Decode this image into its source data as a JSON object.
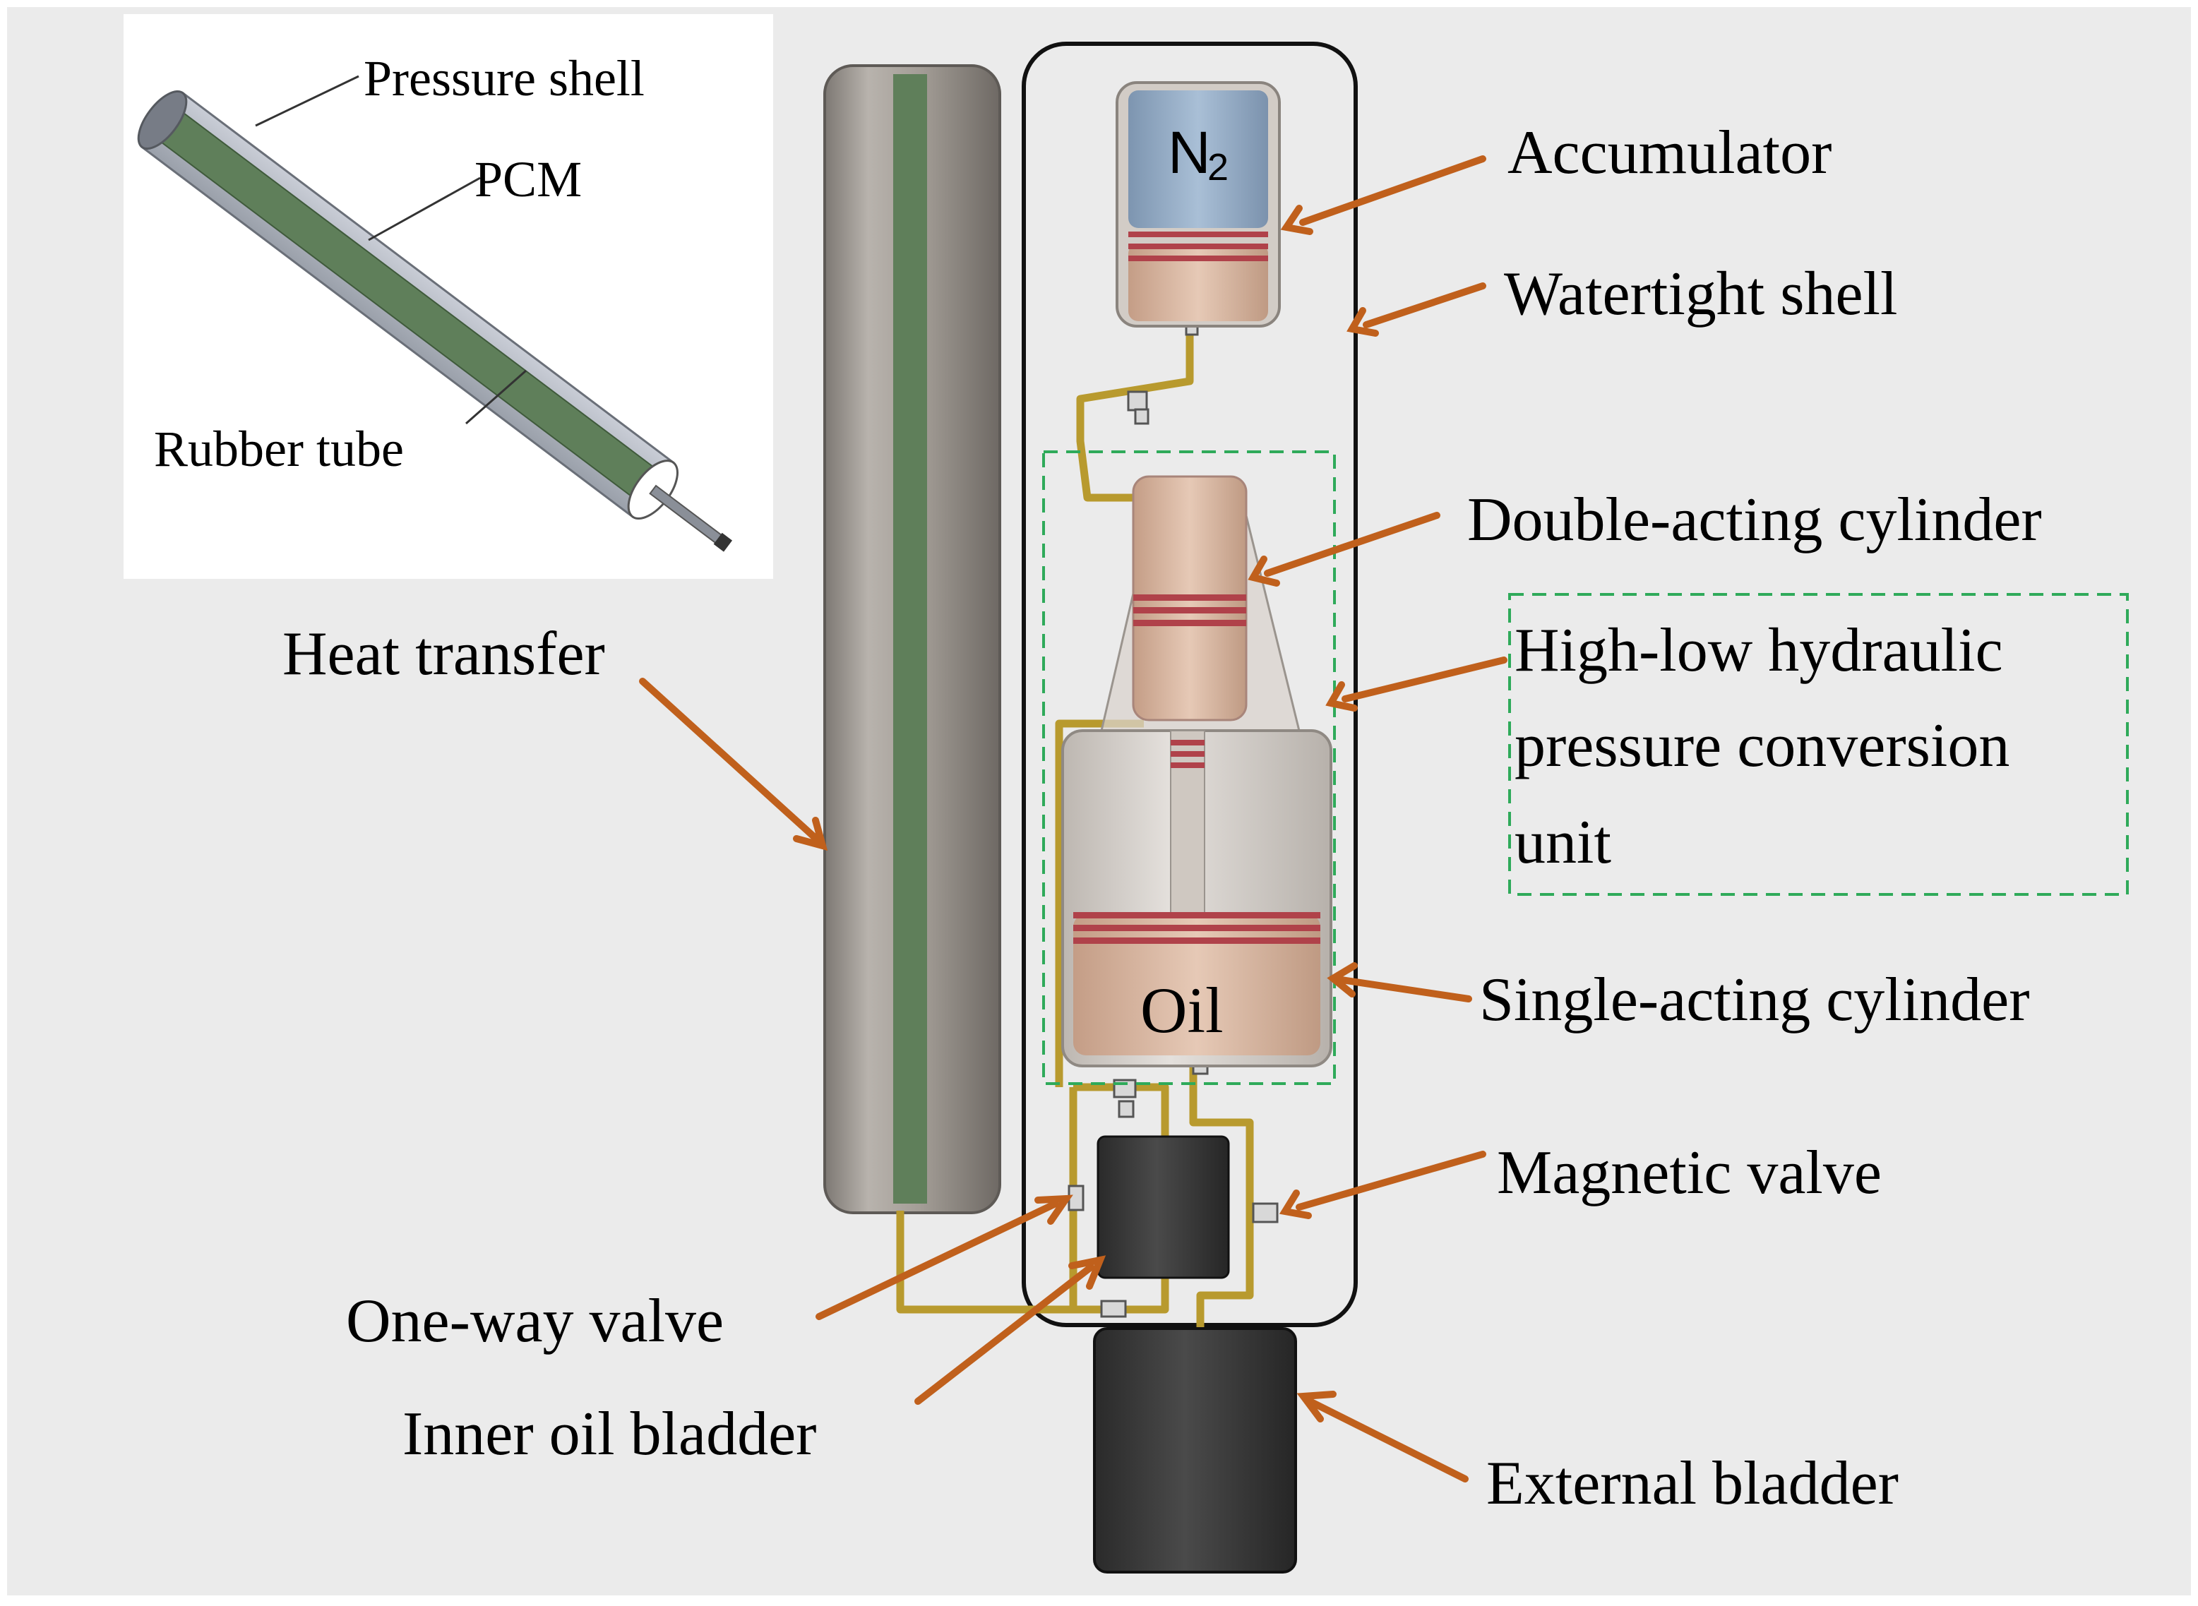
{
  "figure": {
    "inset": {
      "pressure_shell": "Pressure shell",
      "pcm": "PCM",
      "rubber_tube": "Rubber tube"
    },
    "labels": {
      "heat_transfer": "Heat transfer",
      "accumulator": "Accumulator",
      "watertight_shell": "Watertight shell",
      "double_acting_cylinder": "Double-acting cylinder",
      "hydraulic_unit_line1": "High-low hydraulic",
      "hydraulic_unit_line2": "pressure conversion",
      "hydraulic_unit_line3": "unit",
      "single_acting_cylinder": "Single-acting cylinder",
      "magnetic_valve": "Magnetic valve",
      "one_way_valve": "One-way valve",
      "inner_oil_bladder": "Inner oil bladder",
      "external_bladder": "External bladder"
    },
    "component_text": {
      "n2_main": "N",
      "n2_sub": "2",
      "oil": "Oil"
    },
    "colors": {
      "background": "#ebebeb",
      "arrow": "#c0601c",
      "pcm_green": "#5f7f5a",
      "pipe_gold": "#b89a2e",
      "dashed_green": "#2faa5a",
      "piston_ring": "#b0424a",
      "n2_blue": "#8fa9c4",
      "oil_tan": "#d9b8a2",
      "bladder_dark": "#3a3a3a"
    },
    "icons": [
      "arrow-icon",
      "valve-icon"
    ]
  }
}
